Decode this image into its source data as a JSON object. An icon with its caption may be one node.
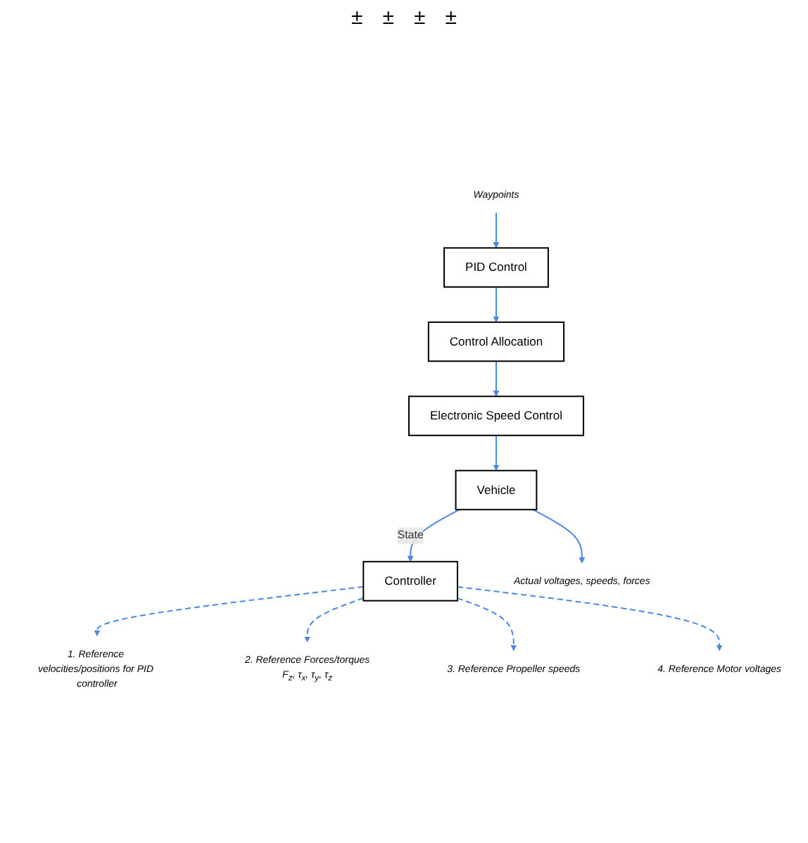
{
  "diagram": {
    "nodes": [
      {
        "text": [
          "Controller"
        ]
      },
      {
        "text": [
          "1. Reference velocities/positions for PID controller"
        ]
      },
      {
        "text": [
          "2. Reference Forces/torques",
          "F$_{z}$, τ$_{x}$, τ$_{y}$, τ$_{z}$"
        ]
      },
      {
        "text": [
          "3. Reference Propeller speeds"
        ]
      },
      {
        "text": [
          "4. Reference Motor voltages"
        ]
      },
      {
        "text": [
          "Waypoints"
        ]
      },
      {
        "text": [
          "PID Control"
        ]
      },
      {
        "text": [
          "Control Allocation"
        ]
      },
      {
        "text": [
          "Electronic Speed Control"
        ]
      },
      {
        "text": [
          "Vehicle"
        ]
      },
      {
        "text": [
          "Actual voltages, speeds, forces"
        ]
      }
    ],
    "edges": [
      {
        "from": 0,
        "to": 1,
        "arrow": "to",
        "style": "dashed"
      },
      {
        "from": 0,
        "to": 2,
        "arrow": "to",
        "style": "dashed"
      },
      {
        "from": 0,
        "to": 3,
        "arrow": "to",
        "style": "dashed"
      },
      {
        "from": 0,
        "to": 4,
        "arrow": "to",
        "style": "dashed"
      },
      {
        "from": 5,
        "to": 6,
        "arrow": "to"
      },
      {
        "from": 6,
        "to": 7,
        "arrow": "to"
      },
      {
        "from": 7,
        "to": 8,
        "arrow": "to"
      },
      {
        "from": 8,
        "to": 9,
        "arrow": "to"
      },
      {
        "from": 9,
        "to": 0,
        "arrow": "to",
        "label": "State"
      },
      {
        "from": 9,
        "to": 10,
        "arrow": "to"
      }
    ],
    "labels": [
      "±",
      "±",
      "±",
      "±"
    ]
  }
}
